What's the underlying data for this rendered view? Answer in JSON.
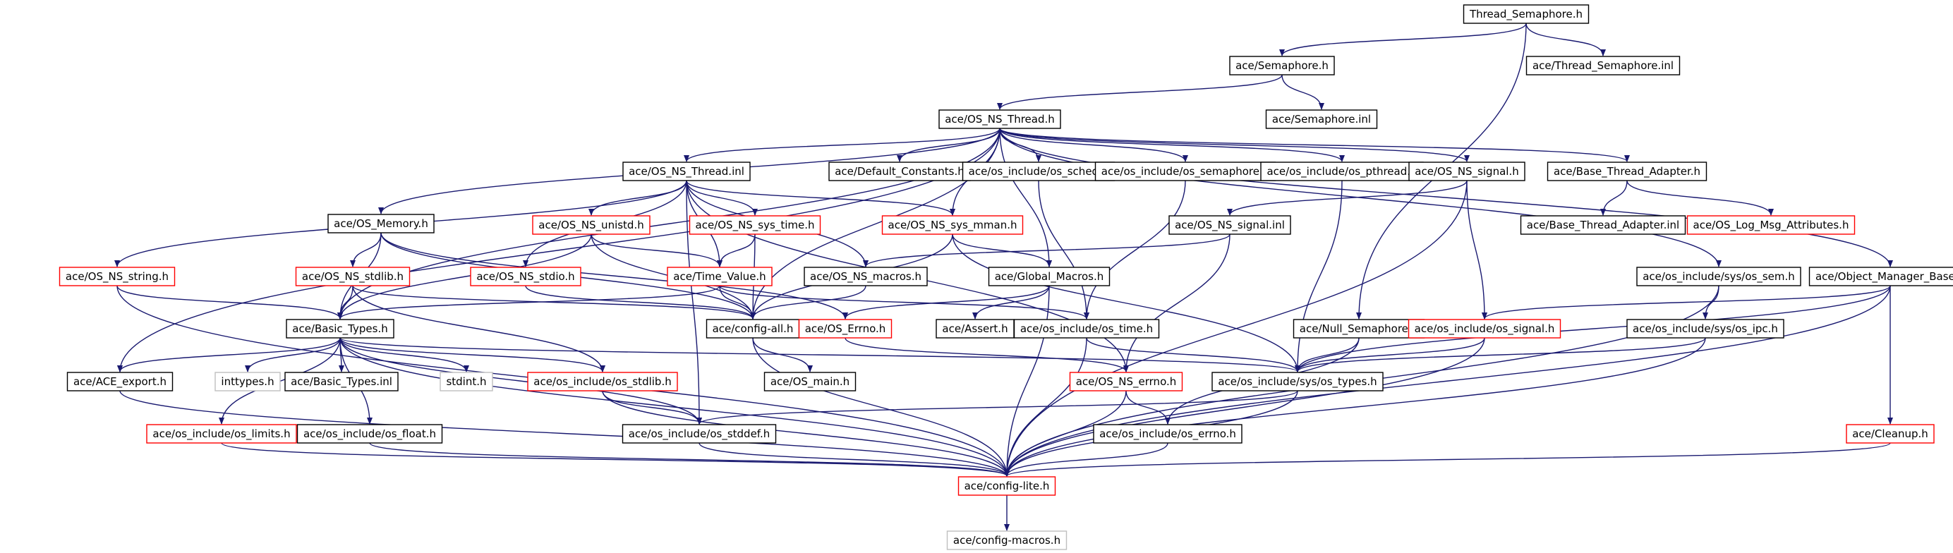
{
  "colors": {
    "edge": "#191970",
    "border_normal": "#000000",
    "border_missing": "#ff0000",
    "border_external": "#bfbfbf",
    "root_fill": "#bfbfbf",
    "node_fill": "#ffffff"
  },
  "nodes": [
    {
      "id": "thread_semaphore_h",
      "label": "Thread_Semaphore.h",
      "kind": "root"
    },
    {
      "id": "semaphore_h",
      "label": "ace/Semaphore.h",
      "kind": "normal"
    },
    {
      "id": "thread_semaphore_inl",
      "label": "ace/Thread_Semaphore.inl",
      "kind": "normal"
    },
    {
      "id": "os_ns_thread_h",
      "label": "ace/OS_NS_Thread.h",
      "kind": "normal"
    },
    {
      "id": "semaphore_inl",
      "label": "ace/Semaphore.inl",
      "kind": "normal"
    },
    {
      "id": "os_ns_thread_inl",
      "label": "ace/OS_NS_Thread.inl",
      "kind": "normal"
    },
    {
      "id": "default_constants_h",
      "label": "ace/Default_Constants.h",
      "kind": "normal"
    },
    {
      "id": "os_sched_h",
      "label": "ace/os_include/os_sched.h",
      "kind": "normal"
    },
    {
      "id": "os_semaphore_h",
      "label": "ace/os_include/os_semaphore.h",
      "kind": "normal"
    },
    {
      "id": "os_pthread_h",
      "label": "ace/os_include/os_pthread.h",
      "kind": "normal"
    },
    {
      "id": "os_ns_signal_h",
      "label": "ace/OS_NS_signal.h",
      "kind": "normal"
    },
    {
      "id": "base_thread_adapter_h",
      "label": "ace/Base_Thread_Adapter.h",
      "kind": "normal"
    },
    {
      "id": "os_memory_h",
      "label": "ace/OS_Memory.h",
      "kind": "normal"
    },
    {
      "id": "os_ns_unistd_h",
      "label": "ace/OS_NS_unistd.h",
      "kind": "missing"
    },
    {
      "id": "os_ns_sys_time_h",
      "label": "ace/OS_NS_sys_time.h",
      "kind": "missing"
    },
    {
      "id": "os_ns_sys_mman_h",
      "label": "ace/OS_NS_sys_mman.h",
      "kind": "missing"
    },
    {
      "id": "os_ns_signal_inl",
      "label": "ace/OS_NS_signal.inl",
      "kind": "normal"
    },
    {
      "id": "base_thread_adapter_inl",
      "label": "ace/Base_Thread_Adapter.inl",
      "kind": "normal"
    },
    {
      "id": "os_log_msg_attributes_h",
      "label": "ace/OS_Log_Msg_Attributes.h",
      "kind": "missing"
    },
    {
      "id": "os_ns_string_h",
      "label": "ace/OS_NS_string.h",
      "kind": "missing"
    },
    {
      "id": "os_ns_stdlib_h",
      "label": "ace/OS_NS_stdlib.h",
      "kind": "missing"
    },
    {
      "id": "os_ns_stdio_h",
      "label": "ace/OS_NS_stdio.h",
      "kind": "missing"
    },
    {
      "id": "time_value_h",
      "label": "ace/Time_Value.h",
      "kind": "missing"
    },
    {
      "id": "os_ns_macros_h",
      "label": "ace/OS_NS_macros.h",
      "kind": "normal"
    },
    {
      "id": "global_macros_h",
      "label": "ace/Global_Macros.h",
      "kind": "normal"
    },
    {
      "id": "os_sem_h",
      "label": "ace/os_include/sys/os_sem.h",
      "kind": "normal"
    },
    {
      "id": "object_manager_base_h",
      "label": "ace/Object_Manager_Base.h",
      "kind": "normal"
    },
    {
      "id": "basic_types_h",
      "label": "ace/Basic_Types.h",
      "kind": "normal"
    },
    {
      "id": "config_all_h",
      "label": "ace/config-all.h",
      "kind": "normal"
    },
    {
      "id": "os_errno_h_cap",
      "label": "ace/OS_Errno.h",
      "kind": "missing"
    },
    {
      "id": "assert_h",
      "label": "ace/Assert.h",
      "kind": "normal"
    },
    {
      "id": "os_time_h",
      "label": "ace/os_include/os_time.h",
      "kind": "normal"
    },
    {
      "id": "null_semaphore_h",
      "label": "ace/Null_Semaphore.h",
      "kind": "normal"
    },
    {
      "id": "os_signal_h",
      "label": "ace/os_include/os_signal.h",
      "kind": "missing"
    },
    {
      "id": "os_ipc_h",
      "label": "ace/os_include/sys/os_ipc.h",
      "kind": "normal"
    },
    {
      "id": "ace_export_h",
      "label": "ace/ACE_export.h",
      "kind": "normal"
    },
    {
      "id": "inttypes_h",
      "label": "inttypes.h",
      "kind": "external"
    },
    {
      "id": "basic_types_inl",
      "label": "ace/Basic_Types.inl",
      "kind": "normal"
    },
    {
      "id": "stdint_h",
      "label": "stdint.h",
      "kind": "external"
    },
    {
      "id": "os_stdlib_h",
      "label": "ace/os_include/os_stdlib.h",
      "kind": "missing"
    },
    {
      "id": "os_main_h",
      "label": "ace/OS_main.h",
      "kind": "normal"
    },
    {
      "id": "os_ns_errno_h",
      "label": "ace/OS_NS_errno.h",
      "kind": "missing"
    },
    {
      "id": "os_types_h",
      "label": "ace/os_include/sys/os_types.h",
      "kind": "normal"
    },
    {
      "id": "os_limits_h",
      "label": "ace/os_include/os_limits.h",
      "kind": "missing"
    },
    {
      "id": "os_float_h",
      "label": "ace/os_include/os_float.h",
      "kind": "normal"
    },
    {
      "id": "os_stddef_h",
      "label": "ace/os_include/os_stddef.h",
      "kind": "normal"
    },
    {
      "id": "os_errno_h",
      "label": "ace/os_include/os_errno.h",
      "kind": "normal"
    },
    {
      "id": "cleanup_h",
      "label": "ace/Cleanup.h",
      "kind": "missing"
    },
    {
      "id": "config_lite_h",
      "label": "ace/config-lite.h",
      "kind": "missing"
    },
    {
      "id": "config_macros_h",
      "label": "ace/config-macros.h",
      "kind": "external"
    }
  ],
  "edges": [
    [
      "thread_semaphore_h",
      "semaphore_h"
    ],
    [
      "thread_semaphore_h",
      "thread_semaphore_inl"
    ],
    [
      "thread_semaphore_h",
      "null_semaphore_h"
    ],
    [
      "semaphore_h",
      "os_ns_thread_h"
    ],
    [
      "semaphore_h",
      "semaphore_inl"
    ],
    [
      "os_ns_thread_h",
      "os_ns_thread_inl"
    ],
    [
      "os_ns_thread_h",
      "default_constants_h"
    ],
    [
      "os_ns_thread_h",
      "os_sched_h"
    ],
    [
      "os_ns_thread_h",
      "os_semaphore_h"
    ],
    [
      "os_ns_thread_h",
      "os_pthread_h"
    ],
    [
      "os_ns_thread_h",
      "os_ns_signal_h"
    ],
    [
      "os_ns_thread_h",
      "base_thread_adapter_h"
    ],
    [
      "os_ns_thread_h",
      "os_memory_h"
    ],
    [
      "os_ns_thread_h",
      "global_macros_h"
    ],
    [
      "os_ns_thread_h",
      "os_sem_h"
    ],
    [
      "os_ns_thread_h",
      "object_manager_base_h"
    ],
    [
      "os_ns_thread_h",
      "basic_types_h"
    ],
    [
      "os_ns_thread_h",
      "config_all_h"
    ],
    [
      "os_ns_thread_h",
      "ace_export_h"
    ],
    [
      "os_ns_thread_h",
      "os_ns_sys_mman_h"
    ],
    [
      "os_ns_thread_inl",
      "os_ns_string_h"
    ],
    [
      "os_ns_thread_inl",
      "os_ns_unistd_h"
    ],
    [
      "os_ns_thread_inl",
      "os_ns_sys_time_h"
    ],
    [
      "os_ns_thread_inl",
      "os_ns_sys_mman_h"
    ],
    [
      "os_ns_thread_inl",
      "os_ns_stdio_h"
    ],
    [
      "os_ns_thread_inl",
      "time_value_h"
    ],
    [
      "os_ns_thread_inl",
      "os_ns_macros_h"
    ],
    [
      "os_ns_thread_inl",
      "os_ns_errno_h"
    ],
    [
      "os_ns_thread_inl",
      "os_stddef_h"
    ],
    [
      "os_sched_h",
      "os_time_h"
    ],
    [
      "os_semaphore_h",
      "os_time_h"
    ],
    [
      "os_pthread_h",
      "os_types_h"
    ],
    [
      "os_ns_signal_h",
      "os_ns_signal_inl"
    ],
    [
      "os_ns_signal_h",
      "os_signal_h"
    ],
    [
      "os_ns_signal_h",
      "config_lite_h"
    ],
    [
      "base_thread_adapter_h",
      "base_thread_adapter_inl"
    ],
    [
      "base_thread_adapter_h",
      "os_log_msg_attributes_h"
    ],
    [
      "os_memory_h",
      "os_ns_stdlib_h"
    ],
    [
      "os_memory_h",
      "basic_types_h"
    ],
    [
      "os_memory_h",
      "os_errno_h_cap"
    ],
    [
      "os_memory_h",
      "config_all_h"
    ],
    [
      "os_ns_unistd_h",
      "time_value_h"
    ],
    [
      "os_ns_unistd_h",
      "basic_types_h"
    ],
    [
      "os_ns_unistd_h",
      "config_all_h"
    ],
    [
      "os_ns_sys_time_h",
      "time_value_h"
    ],
    [
      "os_ns_sys_time_h",
      "config_all_h"
    ],
    [
      "os_ns_sys_mman_h",
      "global_macros_h"
    ],
    [
      "os_ns_sys_mman_h",
      "os_types_h"
    ],
    [
      "os_ns_sys_mman_h",
      "config_all_h"
    ],
    [
      "os_ns_signal_inl",
      "os_ns_macros_h"
    ],
    [
      "os_ns_signal_inl",
      "os_ns_errno_h"
    ],
    [
      "os_ns_string_h",
      "basic_types_h"
    ],
    [
      "os_ns_string_h",
      "config_lite_h"
    ],
    [
      "os_ns_stdlib_h",
      "basic_types_h"
    ],
    [
      "os_ns_stdlib_h",
      "config_all_h"
    ],
    [
      "os_ns_stdlib_h",
      "os_stdlib_h"
    ],
    [
      "os_ns_stdio_h",
      "config_all_h"
    ],
    [
      "time_value_h",
      "basic_types_h"
    ],
    [
      "time_value_h",
      "config_all_h"
    ],
    [
      "time_value_h",
      "os_time_h"
    ],
    [
      "os_ns_macros_h",
      "config_all_h"
    ],
    [
      "global_macros_h",
      "config_lite_h"
    ],
    [
      "global_macros_h",
      "assert_h"
    ],
    [
      "global_macros_h",
      "os_errno_h_cap"
    ],
    [
      "os_sem_h",
      "os_ipc_h"
    ],
    [
      "os_sem_h",
      "config_lite_h"
    ],
    [
      "object_manager_base_h",
      "os_signal_h"
    ],
    [
      "object_manager_base_h",
      "os_types_h"
    ],
    [
      "object_manager_base_h",
      "cleanup_h"
    ],
    [
      "object_manager_base_h",
      "config_lite_h"
    ],
    [
      "basic_types_h",
      "ace_export_h"
    ],
    [
      "basic_types_h",
      "inttypes_h"
    ],
    [
      "basic_types_h",
      "basic_types_inl"
    ],
    [
      "basic_types_h",
      "stdint_h"
    ],
    [
      "basic_types_h",
      "os_stdlib_h"
    ],
    [
      "basic_types_h",
      "os_limits_h"
    ],
    [
      "basic_types_h",
      "os_float_h"
    ],
    [
      "basic_types_h",
      "os_stddef_h"
    ],
    [
      "basic_types_h",
      "os_types_h"
    ],
    [
      "basic_types_h",
      "config_lite_h"
    ],
    [
      "config_all_h",
      "os_main_h"
    ],
    [
      "config_all_h",
      "config_lite_h"
    ],
    [
      "os_errno_h_cap",
      "os_ns_errno_h"
    ],
    [
      "os_time_h",
      "os_types_h"
    ],
    [
      "os_time_h",
      "config_lite_h"
    ],
    [
      "null_semaphore_h",
      "os_types_h"
    ],
    [
      "null_semaphore_h",
      "os_errno_h"
    ],
    [
      "os_signal_h",
      "os_types_h"
    ],
    [
      "os_signal_h",
      "config_lite_h"
    ],
    [
      "os_ipc_h",
      "os_types_h"
    ],
    [
      "os_ipc_h",
      "config_lite_h"
    ],
    [
      "ace_export_h",
      "config_lite_h"
    ],
    [
      "os_stdlib_h",
      "os_stddef_h"
    ],
    [
      "os_stdlib_h",
      "config_lite_h"
    ],
    [
      "os_ns_errno_h",
      "os_errno_h"
    ],
    [
      "os_ns_errno_h",
      "config_lite_h"
    ],
    [
      "os_types_h",
      "os_stddef_h"
    ],
    [
      "os_types_h",
      "config_lite_h"
    ],
    [
      "os_limits_h",
      "config_lite_h"
    ],
    [
      "os_float_h",
      "config_lite_h"
    ],
    [
      "os_stddef_h",
      "config_lite_h"
    ],
    [
      "os_errno_h",
      "config_lite_h"
    ],
    [
      "cleanup_h",
      "config_lite_h"
    ],
    [
      "config_lite_h",
      "config_macros_h"
    ]
  ]
}
